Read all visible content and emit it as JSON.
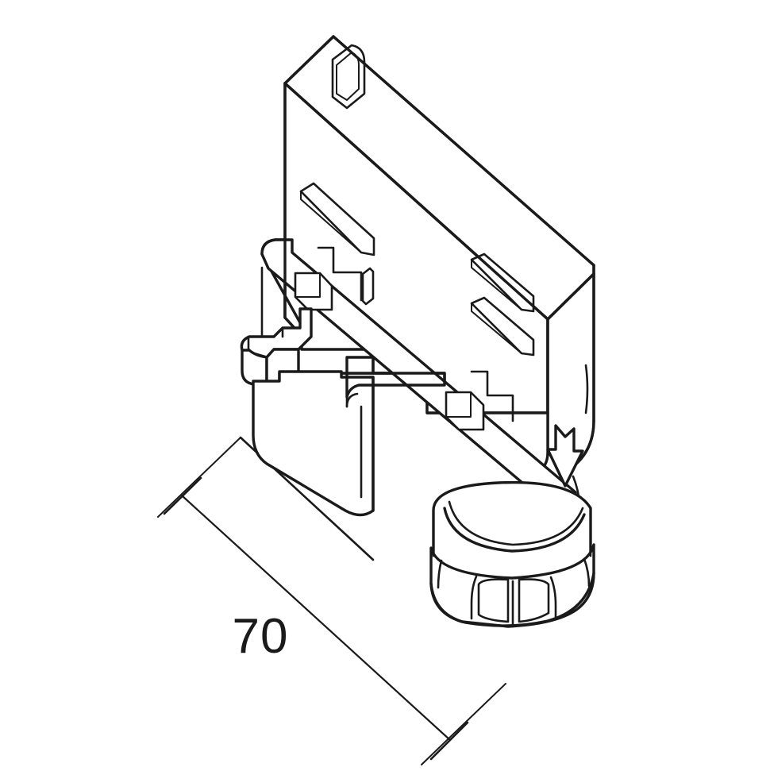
{
  "document": {
    "type": "technical-line-drawing",
    "projection": "isometric",
    "background_color": "#ffffff",
    "line_color": "#1a1a1a",
    "subject": "track adapter connector with threaded collar"
  },
  "dimensions": {
    "primary": {
      "label": "70",
      "unit_shown": false,
      "orientation": "diagonal-lower-left",
      "tick_style": "oblique-slash"
    }
  },
  "parts": [
    {
      "name": "upper-blade-body",
      "description": "tall flat rectangular blade with rounded corner"
    },
    {
      "name": "oval-top-aperture",
      "description": "rounded slot near top of blade face"
    },
    {
      "name": "front-face-slot-upper",
      "description": "long narrow slot on front face"
    },
    {
      "name": "side-face-slot-upper",
      "description": "long narrow slot on right side face"
    },
    {
      "name": "side-face-slot-lower",
      "description": "second long narrow slot on right side face"
    },
    {
      "name": "mid-collar-flange",
      "description": "horizontal mounting flange midway down body"
    },
    {
      "name": "left-latch-clip",
      "description": "protruding clip on left of flange"
    },
    {
      "name": "base-housing-block",
      "description": "lower rounded rectangular housing"
    },
    {
      "name": "arrow-latch-marker",
      "description": "arrow shaped latch indicator on right"
    },
    {
      "name": "threaded-collar-nut",
      "description": "knurled cylindrical gland nut at bottom"
    }
  ],
  "labels": {
    "dimension_70": "70"
  }
}
